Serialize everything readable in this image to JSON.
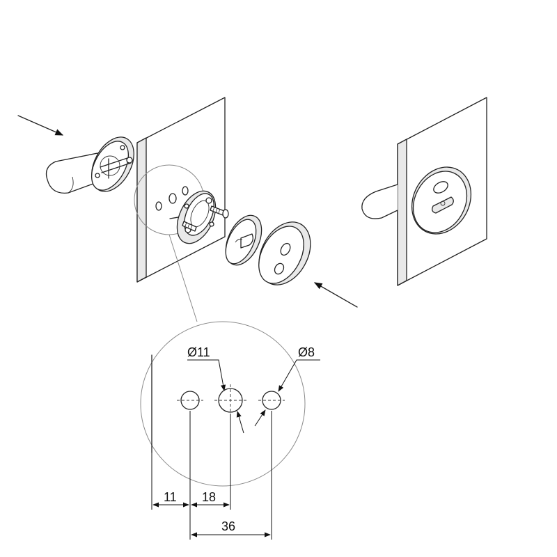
{
  "colors": {
    "line": "#222222",
    "background": "#ffffff",
    "leader": "#8a8a8a"
  },
  "labels": {
    "dia_large": "Ø11",
    "dia_small": "Ø8",
    "dim_edge": "11",
    "dim_pitch": "18",
    "dim_span": "36"
  }
}
